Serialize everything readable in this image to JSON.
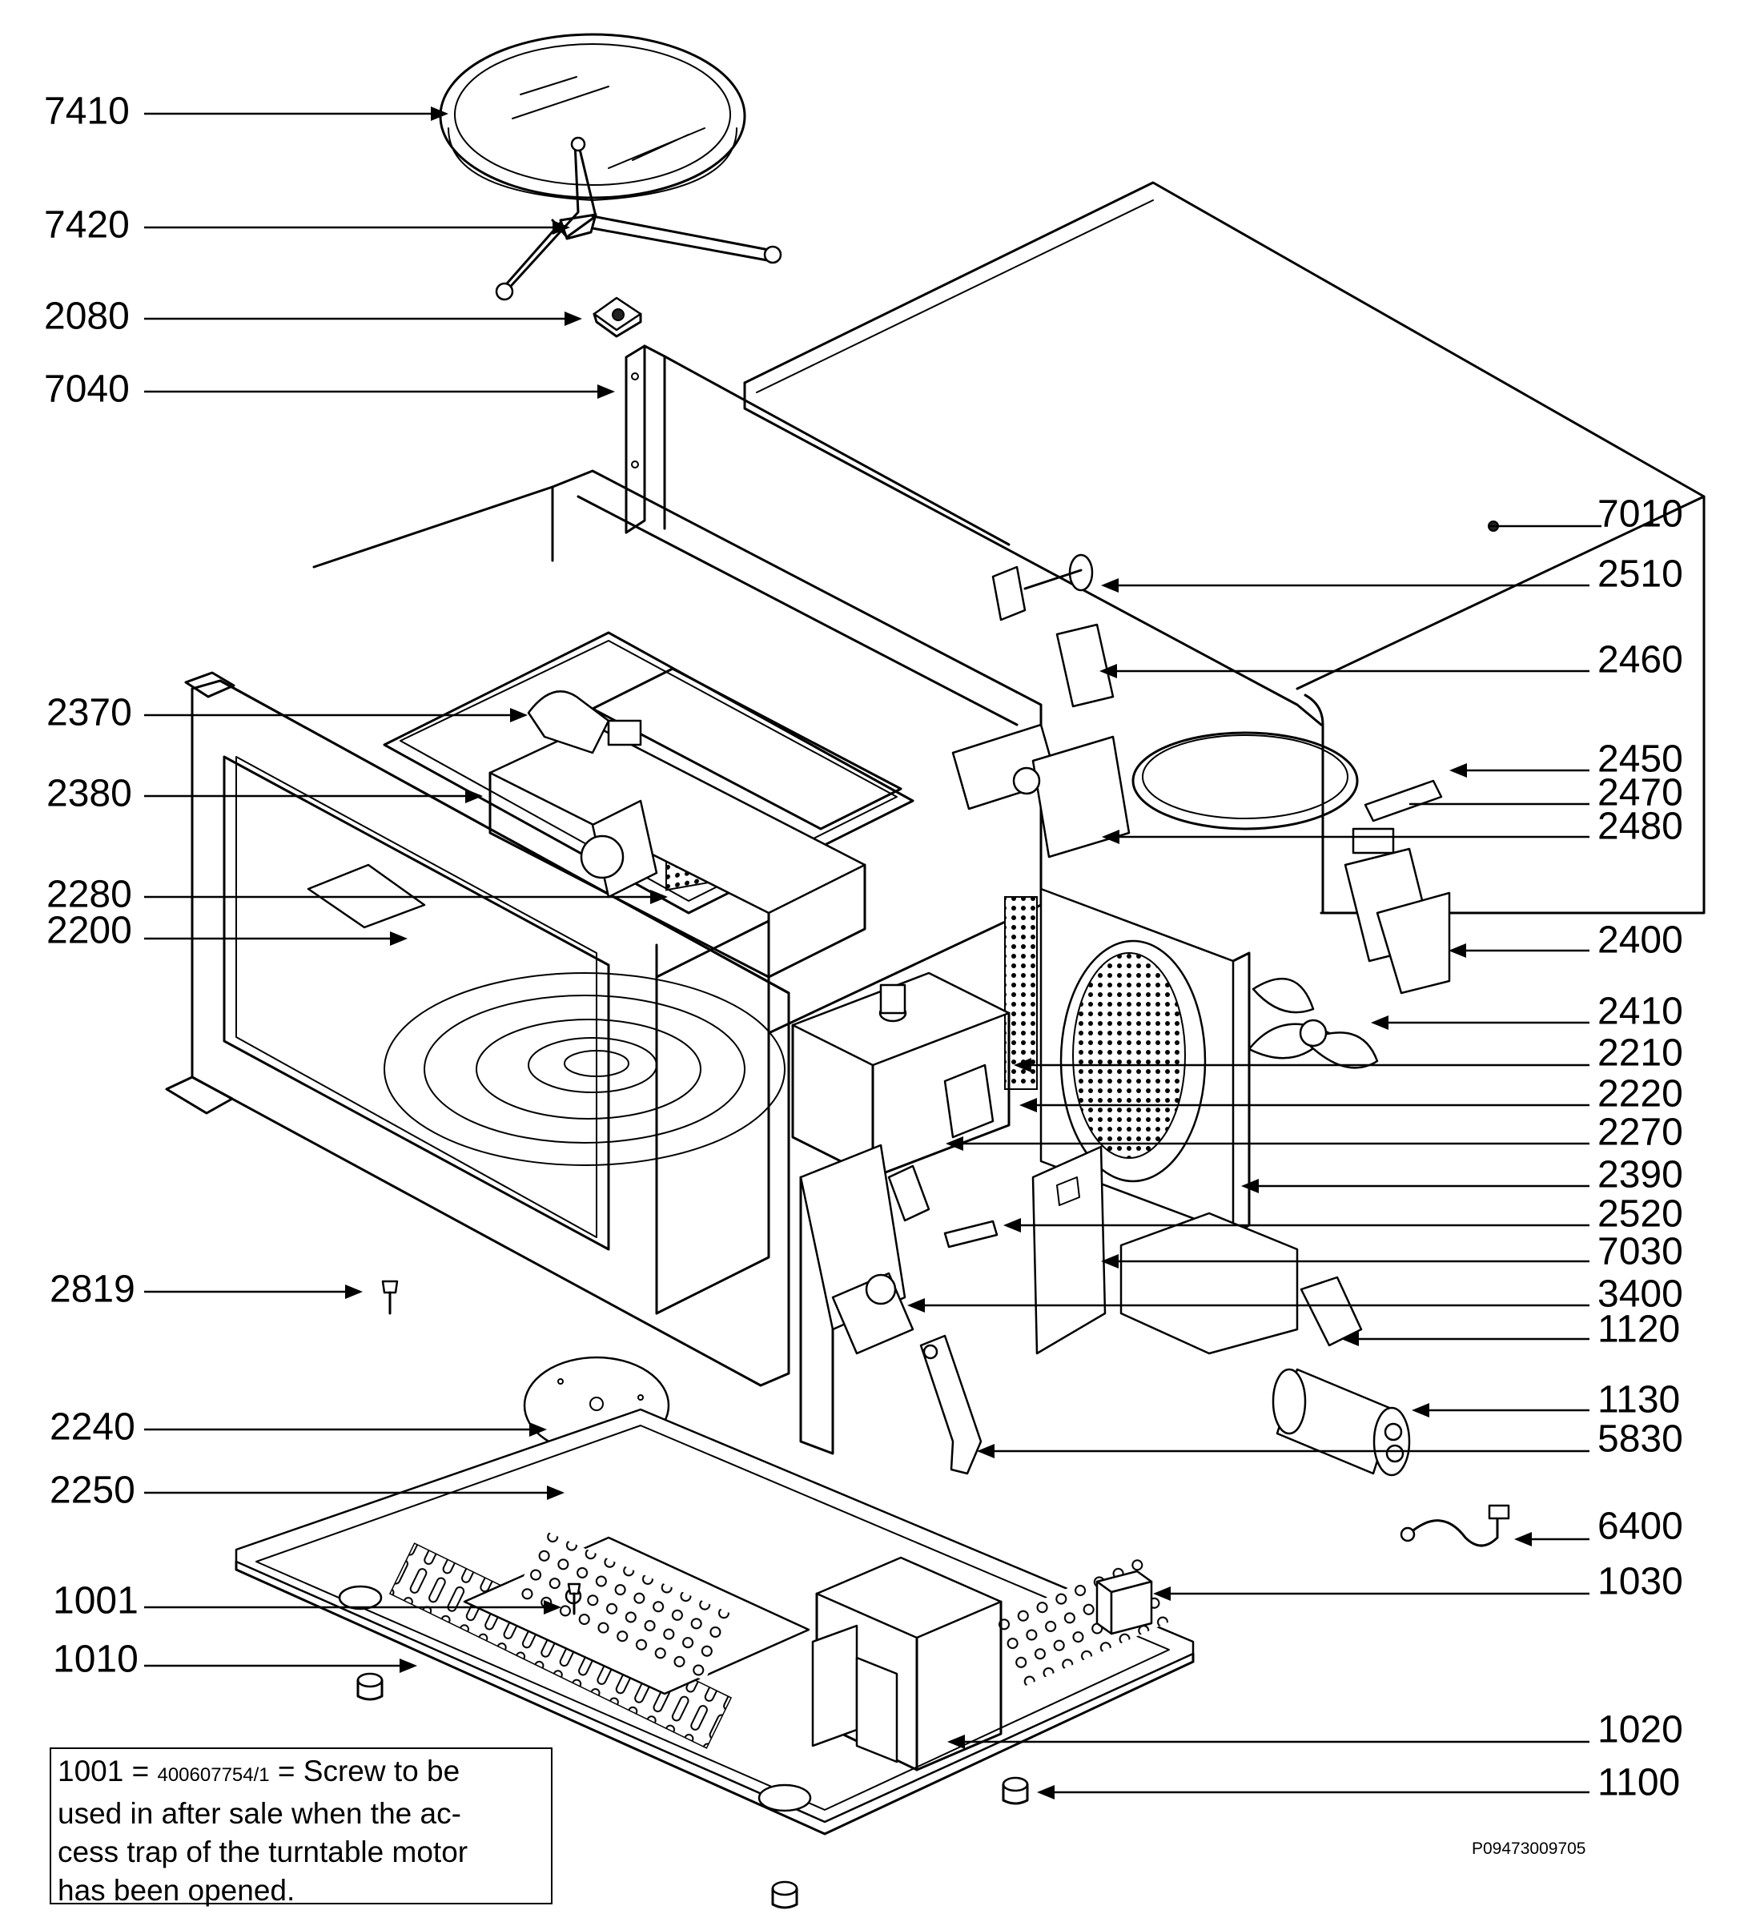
{
  "labels": {
    "left": [
      {
        "id": "7410",
        "text": "7410"
      },
      {
        "id": "7420",
        "text": "7420"
      },
      {
        "id": "2080",
        "text": "2080"
      },
      {
        "id": "7040",
        "text": "7040"
      },
      {
        "id": "2370",
        "text": "2370"
      },
      {
        "id": "2380",
        "text": "2380"
      },
      {
        "id": "2280",
        "text": "2280"
      },
      {
        "id": "2200",
        "text": "2200"
      },
      {
        "id": "2819",
        "text": "2819"
      },
      {
        "id": "2240",
        "text": "2240"
      },
      {
        "id": "2250",
        "text": "2250"
      },
      {
        "id": "1001",
        "text": "1001"
      },
      {
        "id": "1010",
        "text": "1010"
      }
    ],
    "right": [
      {
        "id": "7010",
        "text": "7010"
      },
      {
        "id": "2510",
        "text": "2510"
      },
      {
        "id": "2460",
        "text": "2460"
      },
      {
        "id": "2450",
        "text": "2450"
      },
      {
        "id": "2470",
        "text": "2470"
      },
      {
        "id": "2480",
        "text": "2480"
      },
      {
        "id": "2400",
        "text": "2400"
      },
      {
        "id": "2410",
        "text": "2410"
      },
      {
        "id": "2210",
        "text": "2210"
      },
      {
        "id": "2220",
        "text": "2220"
      },
      {
        "id": "2270",
        "text": "2270"
      },
      {
        "id": "2390",
        "text": "2390"
      },
      {
        "id": "2520",
        "text": "2520"
      },
      {
        "id": "7030",
        "text": "7030"
      },
      {
        "id": "3400",
        "text": "3400"
      },
      {
        "id": "1120",
        "text": "1120"
      },
      {
        "id": "1130",
        "text": "1130"
      },
      {
        "id": "5830",
        "text": "5830"
      },
      {
        "id": "6400",
        "text": "6400"
      },
      {
        "id": "1030",
        "text": "1030"
      },
      {
        "id": "1020",
        "text": "1020"
      },
      {
        "id": "1100",
        "text": "1100"
      }
    ]
  },
  "note": {
    "prefix": "1001 = ",
    "part_number": "400607754/1",
    "equals": " = Screw to be",
    "line2": "used in after sale when the ac-",
    "line3": "cess trap of the turntable motor",
    "line4": "has been opened."
  },
  "drawing_id": "P09473009705"
}
